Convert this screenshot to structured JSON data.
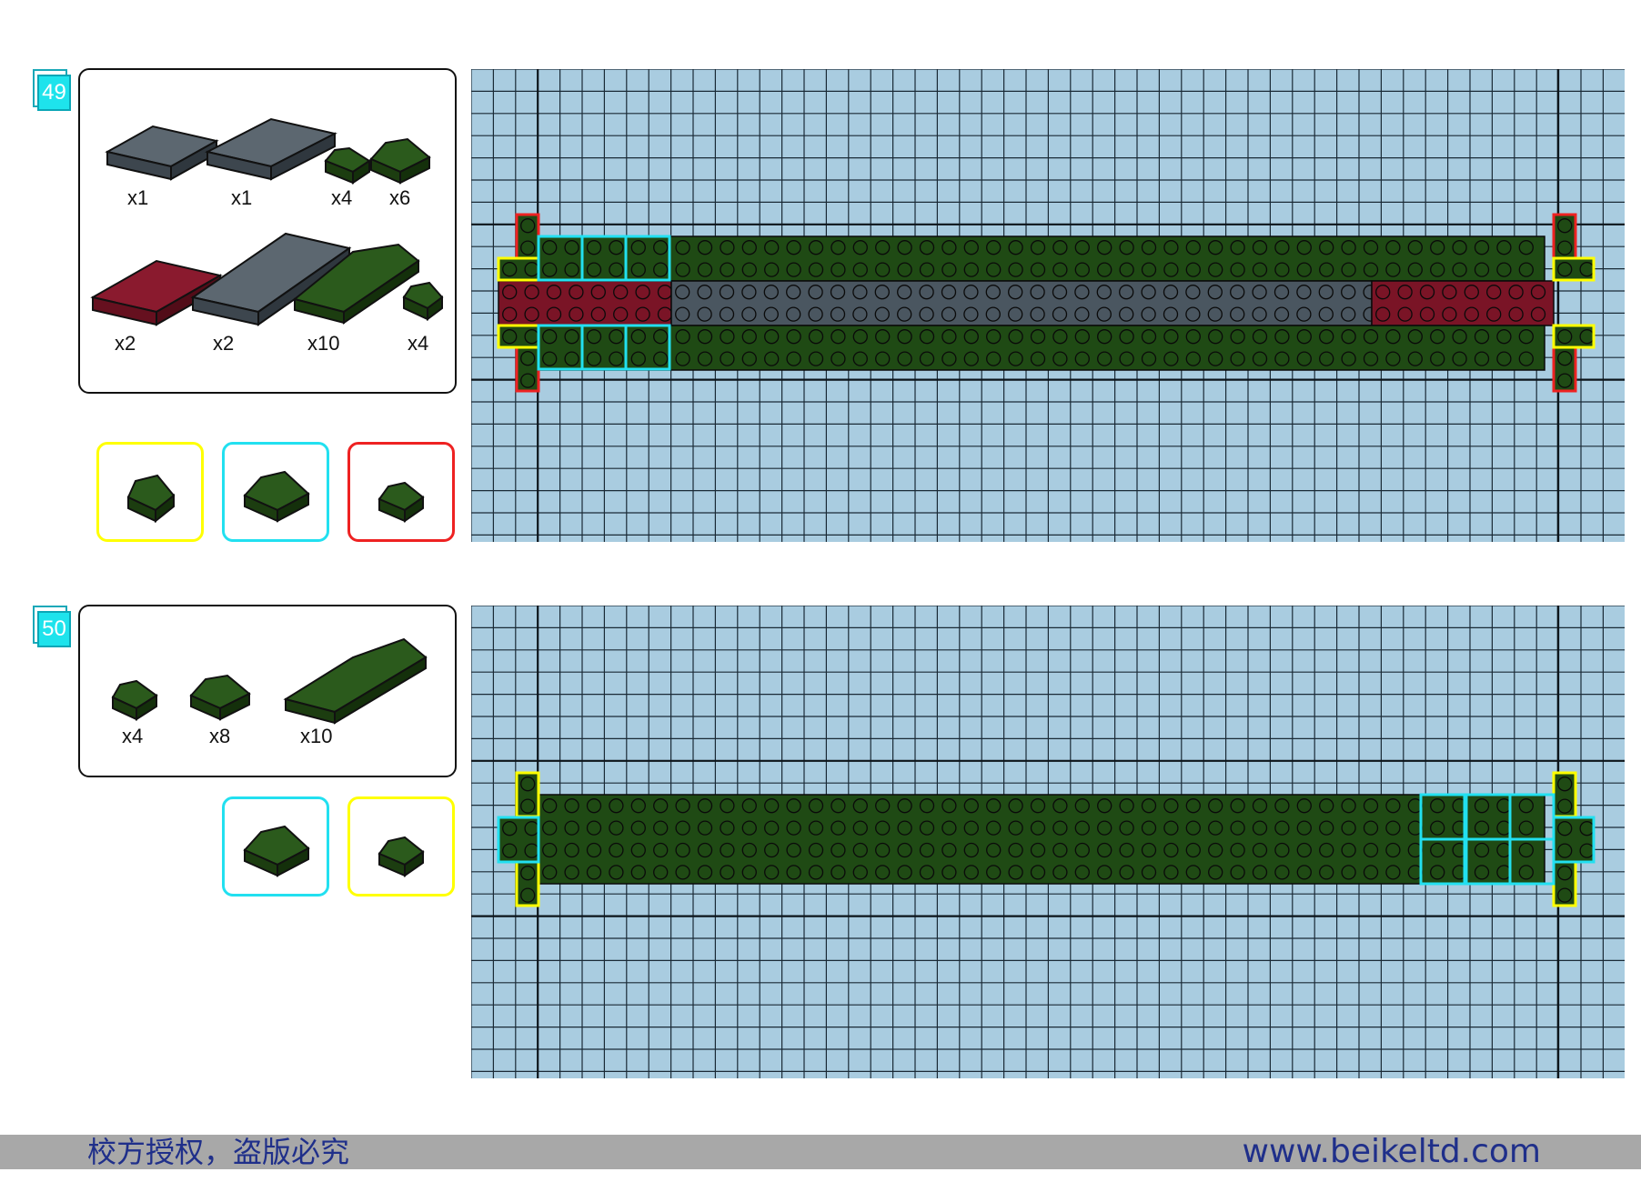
{
  "steps": [
    {
      "number": "49",
      "parts": [
        {
          "qty": "x1",
          "icon": "dark-gray-plate-2x6-icon"
        },
        {
          "qty": "x1",
          "icon": "dark-gray-plate-2x8-icon"
        },
        {
          "qty": "x4",
          "icon": "green-slope-1x1-icon"
        },
        {
          "qty": "x6",
          "icon": "green-slope-2x2-icon"
        },
        {
          "qty": "x2",
          "icon": "dark-red-plate-2x8-icon"
        },
        {
          "qty": "x2",
          "icon": "dark-gray-plate-2x10-icon"
        },
        {
          "qty": "x10",
          "icon": "green-slope-2x8-icon"
        },
        {
          "qty": "x4",
          "icon": "green-slope-1x2-icon"
        }
      ],
      "callouts": [
        {
          "color": "#ffff00",
          "icon": "green-slope-1x2-icon"
        },
        {
          "color": "#22e0f0",
          "icon": "green-slope-2x2-icon"
        },
        {
          "color": "#ee2222",
          "icon": "green-slope-1x1-icon"
        }
      ]
    },
    {
      "number": "50",
      "parts": [
        {
          "qty": "x4",
          "icon": "green-slope-1x1-icon"
        },
        {
          "qty": "x8",
          "icon": "green-slope-2x2-icon"
        },
        {
          "qty": "x10",
          "icon": "green-slope-2x8-icon"
        }
      ],
      "callouts": [
        {
          "color": "#22e0f0",
          "icon": "green-slope-2x2-icon"
        },
        {
          "color": "#ffff00",
          "icon": "green-slope-1x1-icon"
        }
      ]
    }
  ],
  "colors": {
    "baseplate": "#a9cce0",
    "green": "#1f4a14",
    "dark_gray": "#4a5660",
    "dark_red": "#7a1426",
    "yellow_outline": "#ffff00",
    "cyan_outline": "#22e0f0",
    "red_outline": "#ee2222",
    "badge": "#1ee3ec"
  },
  "footer": {
    "left_text": "校方授权，盗版必究",
    "right_text": "www.beikeltd.com"
  }
}
